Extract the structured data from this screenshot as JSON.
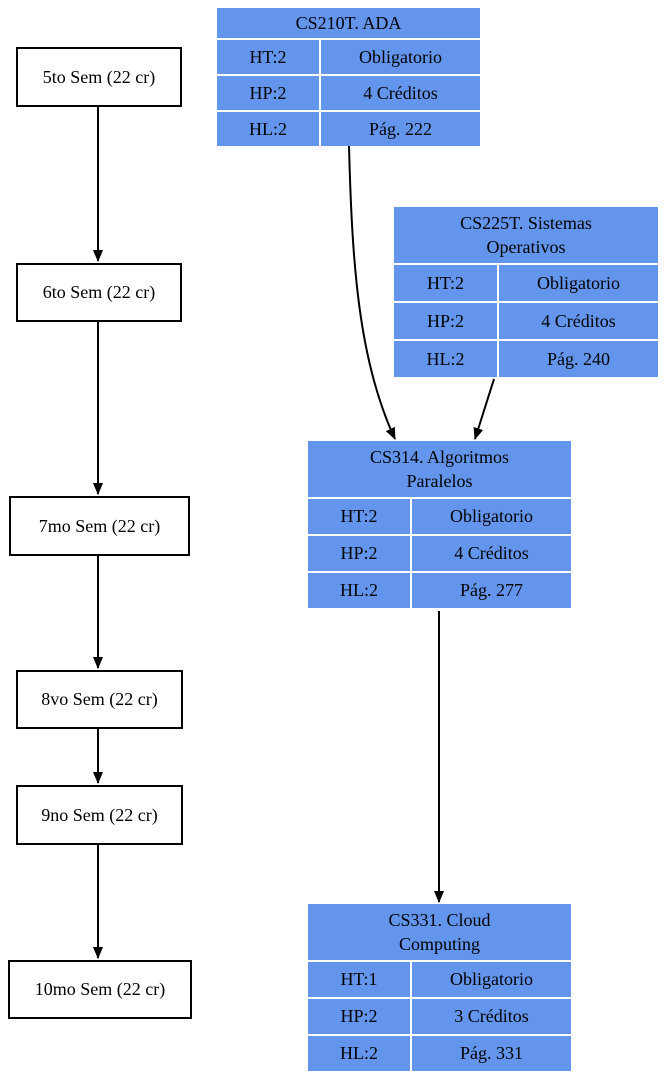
{
  "semesters": [
    {
      "label": "5to Sem (22 cr)"
    },
    {
      "label": "6to Sem (22 cr)"
    },
    {
      "label": "7mo Sem (22 cr)"
    },
    {
      "label": "8vo Sem (22 cr)"
    },
    {
      "label": "9no Sem (22 cr)"
    },
    {
      "label": "10mo Sem (22 cr)"
    }
  ],
  "courses": {
    "cs210t": {
      "title": "CS210T. ADA",
      "ht": "HT:2",
      "type": "Obligatorio",
      "hp": "HP:2",
      "credits": "4 Créditos",
      "hl": "HL:2",
      "page": "Pág. 222"
    },
    "cs225t": {
      "title": "CS225T. Sistemas\nOperativos",
      "ht": "HT:2",
      "type": "Obligatorio",
      "hp": "HP:2",
      "credits": "4 Créditos",
      "hl": "HL:2",
      "page": "Pág. 240"
    },
    "cs314": {
      "title": "CS314. Algoritmos\nParalelos",
      "ht": "HT:2",
      "type": "Obligatorio",
      "hp": "HP:2",
      "credits": "4 Créditos",
      "hl": "HL:2",
      "page": "Pág. 277"
    },
    "cs331": {
      "title": "CS331. Cloud\nComputing",
      "ht": "HT:1",
      "type": "Obligatorio",
      "hp": "HP:2",
      "credits": "3 Créditos",
      "hl": "HL:2",
      "page": "Pág. 331"
    }
  },
  "colors": {
    "node_fill": "#6495ed",
    "edge": "#000000"
  }
}
